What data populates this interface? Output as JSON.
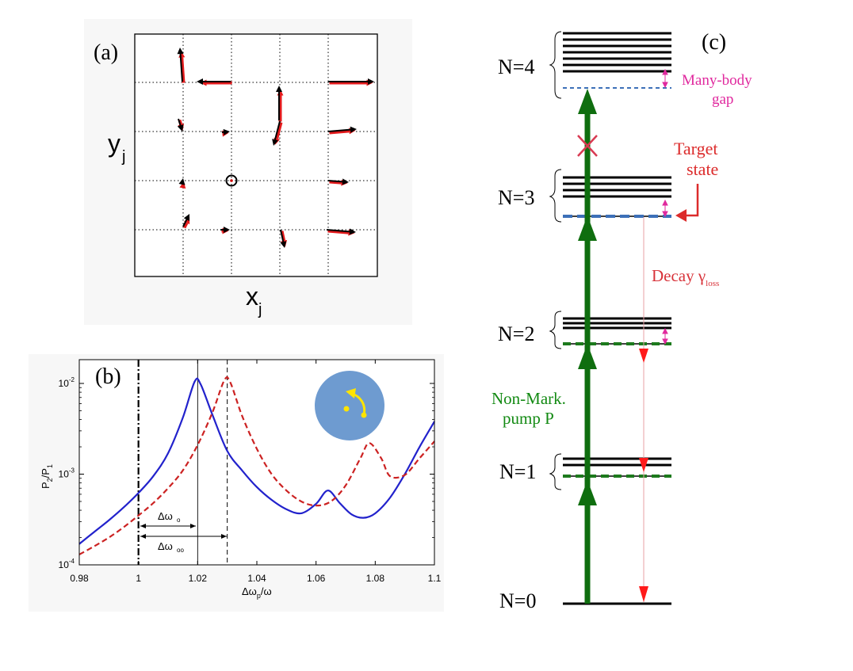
{
  "panel_a": {
    "label": "(a)",
    "xlabel": "x",
    "xlabel_sub": "j",
    "ylabel": "y",
    "ylabel_sub": "j",
    "colors": {
      "black_arrow": "#000000",
      "red_arrow": "#e41a1c"
    }
  },
  "panel_b": {
    "label": "(b)",
    "ylabel_main": "P",
    "ylabel_sub1": "2",
    "ylabel_mid": "/P",
    "ylabel_sub2": "1",
    "xlabel_main": "Δω",
    "xlabel_sub": "p",
    "xlabel_tail": "/ω",
    "annotation_1": "Δω",
    "annotation_1_sub": "o",
    "annotation_2": "Δω",
    "annotation_2_sub": "oo",
    "colors": {
      "solid": "#2222cc",
      "dashed": "#cc2222",
      "inset_disk": "#6e9bd0",
      "inset_mark": "#ffe400"
    }
  },
  "chart_data": {
    "type": "line",
    "title": "",
    "xlabel": "Δωp/ω",
    "ylabel": "P2/P1",
    "xlim": [
      0.98,
      1.1
    ],
    "ylim": [
      0.0001,
      0.01
    ],
    "yscale": "log",
    "x_ticks": [
      "0.98",
      "1",
      "1.02",
      "1.04",
      "1.06",
      "1.08",
      "1.1"
    ],
    "y_ticks": [
      {
        "base": "10",
        "exp": "-4",
        "value": 0.0001
      },
      {
        "base": "10",
        "exp": "-3",
        "value": 0.001
      },
      {
        "base": "10",
        "exp": "-2",
        "value": 0.01
      }
    ],
    "vertical_lines": [
      1.0,
      1.02,
      1.03
    ],
    "series": [
      {
        "style": "solid",
        "color": "#2222cc",
        "x": [
          0.98,
          0.985,
          0.99,
          0.995,
          1.0,
          1.005,
          1.01,
          1.015,
          1.019,
          1.021,
          1.025,
          1.03,
          1.035,
          1.04,
          1.045,
          1.05,
          1.055,
          1.06,
          1.064,
          1.068,
          1.072,
          1.076,
          1.08,
          1.085,
          1.09,
          1.095,
          1.1
        ],
        "y": [
          0.00017,
          0.00023,
          0.00031,
          0.00043,
          0.00062,
          0.00095,
          0.0017,
          0.0042,
          0.0105,
          0.0098,
          0.0045,
          0.0018,
          0.0011,
          0.00072,
          0.00052,
          0.00041,
          0.00037,
          0.00047,
          0.00066,
          0.00048,
          0.00036,
          0.00033,
          0.00037,
          0.00055,
          0.001,
          0.002,
          0.0038
        ]
      },
      {
        "style": "dashed",
        "color": "#cc2222",
        "x": [
          0.98,
          0.985,
          0.99,
          0.995,
          1.0,
          1.005,
          1.01,
          1.015,
          1.02,
          1.025,
          1.029,
          1.031,
          1.035,
          1.04,
          1.045,
          1.05,
          1.055,
          1.06,
          1.065,
          1.07,
          1.075,
          1.078,
          1.082,
          1.085,
          1.09,
          1.095,
          1.1
        ],
        "y": [
          0.00013,
          0.00016,
          0.0002,
          0.00026,
          0.00035,
          0.00048,
          0.0007,
          0.0011,
          0.0021,
          0.0048,
          0.0108,
          0.0103,
          0.0044,
          0.0019,
          0.001,
          0.00066,
          0.0005,
          0.00045,
          0.0005,
          0.00075,
          0.0015,
          0.0022,
          0.0015,
          0.00095,
          0.00098,
          0.0015,
          0.0023
        ]
      }
    ]
  },
  "panel_c": {
    "label": "(c)",
    "levels": [
      {
        "label": "N=4"
      },
      {
        "label": "N=3"
      },
      {
        "label": "N=2"
      },
      {
        "label": "N=1"
      },
      {
        "label": "N=0"
      }
    ],
    "many_body_gap_line1": "Many-body",
    "many_body_gap_line2": "gap",
    "target_line1": "Target",
    "target_line2": "state",
    "decay_main": "Decay γ",
    "decay_sub": "loss",
    "pump_line1": "Non-Mark.",
    "pump_line2": "pump P",
    "blocked_mark": "×",
    "colors": {
      "pump": "#0f6e0f",
      "decay": "#ff2a2a",
      "gap": "#e0299e",
      "target": "#dc2b2b",
      "blue_dash": "#3d70b8",
      "green_dash": "#1d7a1d",
      "cross": "#d83a52",
      "decay_label": "#d8333a",
      "pump_label": "#138a13"
    }
  }
}
